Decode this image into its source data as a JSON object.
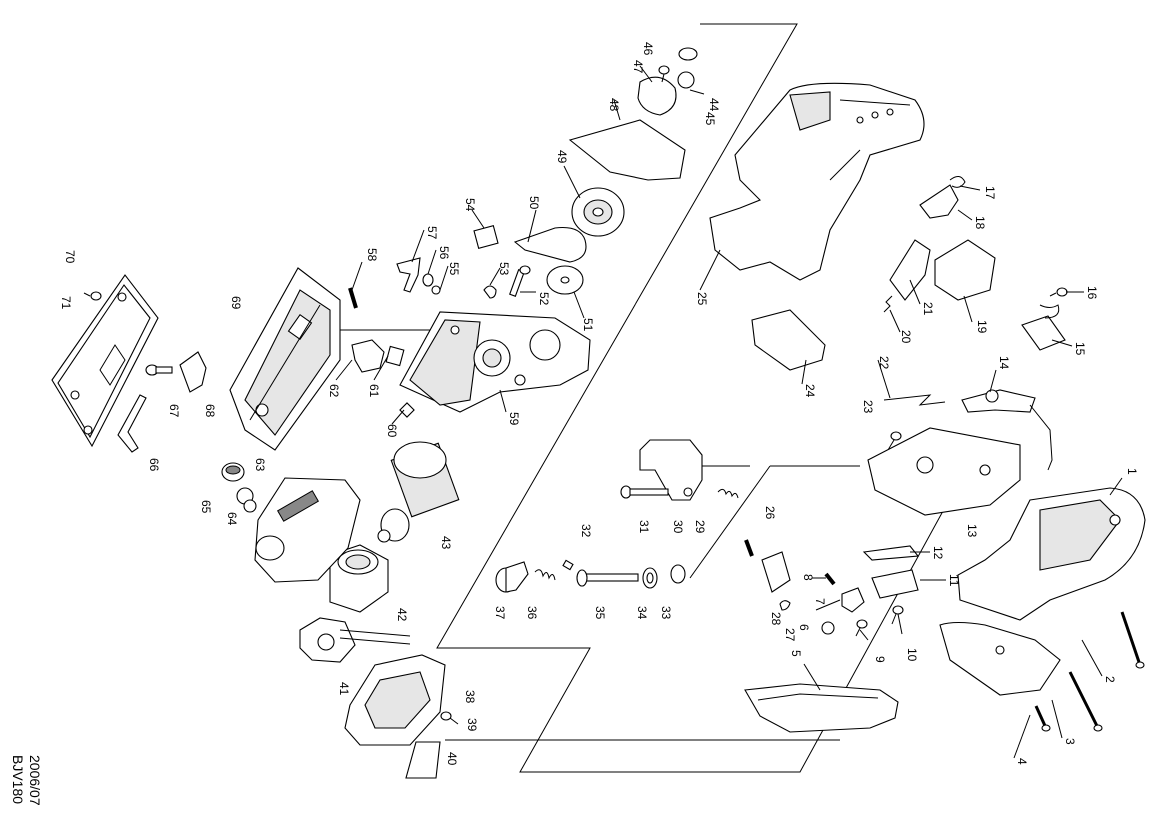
{
  "document": {
    "date": "2006/07",
    "model": "BJV180"
  },
  "part_numbers": [
    "1",
    "2",
    "3",
    "4",
    "5",
    "6",
    "7",
    "8",
    "9",
    "10",
    "11",
    "12",
    "13",
    "14",
    "15",
    "16",
    "17",
    "18",
    "19",
    "20",
    "21",
    "22",
    "23",
    "24",
    "25",
    "26",
    "27",
    "28",
    "29",
    "30",
    "31",
    "32",
    "33",
    "34",
    "35",
    "36",
    "37",
    "38",
    "39",
    "40",
    "41",
    "42",
    "43",
    "44",
    "45",
    "46",
    "47",
    "48",
    "49",
    "50",
    "51",
    "52",
    "53",
    "54",
    "55",
    "56",
    "57",
    "58",
    "59",
    "60",
    "61",
    "62",
    "63",
    "64",
    "65",
    "66",
    "67",
    "68",
    "69",
    "70",
    "71"
  ],
  "icons": [
    "exploded-view-parts-drawing"
  ]
}
